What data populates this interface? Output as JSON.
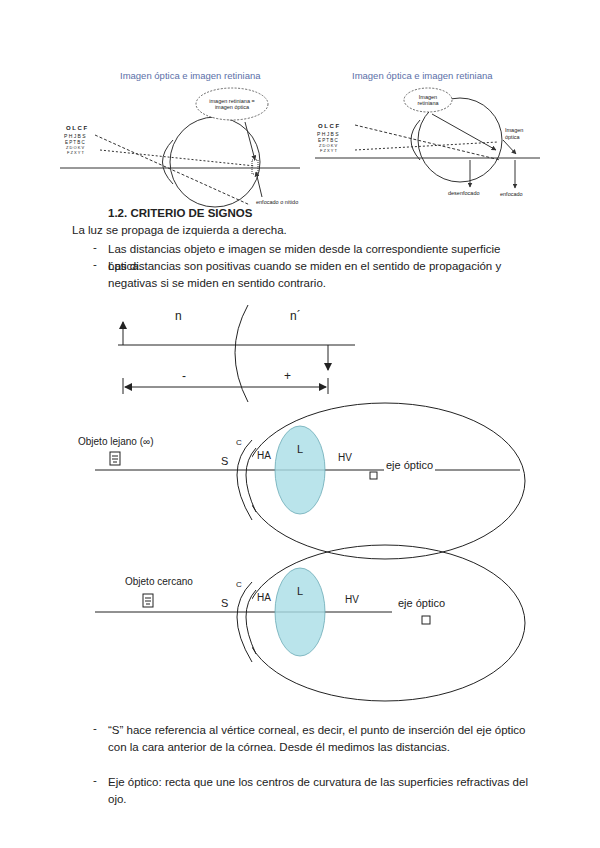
{
  "diagram": {
    "title": "1.2. CRITERIO DE SIGNOS",
    "nodes": [
      {
        "text": [
          "imagen retiniana = imagen óptica"
        ]
      },
      {
        "text": [
          "Imagen retiniana"
        ]
      },
      {
        "text": [
          "L"
        ]
      },
      {
        "text": [
          "L"
        ]
      }
    ],
    "labels": [
      "Imagen óptica e imagen retiniana",
      "O L C F",
      "P H J B S",
      "E P T B C",
      "Z D O K V",
      "F Z X Y T",
      "enfocado o nítido",
      "Imagen óptica e imagen retiniana",
      "O L C F",
      "P H J B S",
      "E P T B C",
      "Z D O K V",
      "F Z X Y T",
      "Imagen óptica",
      "desenfocado",
      "enfocado",
      "La luz se propaga de izquierda a derecha.",
      "-",
      "Las distancias objeto e imagen se miden desde la correspondiente superficie óptica.",
      "-",
      "Las distancias son positivas cuando se miden en el sentido de propagación y negativas si se miden en sentido contrario.",
      "n",
      "n´",
      "-",
      "+",
      "Objeto lejano (∞)",
      "S",
      "C",
      "HA",
      "HV",
      "eje óptico",
      "Objeto cercano",
      "S",
      "C",
      "HA",
      "HV",
      "eje óptico",
      "-",
      "“S” hace referencia al vértice corneal, es decir, el punto de inserción del eje óptico con la cara anterior de la córnea. Desde él medimos las distancias.",
      "-",
      "Eje óptico: recta que une los centros de curvatura de las superficies refractivas del ojo."
    ]
  }
}
